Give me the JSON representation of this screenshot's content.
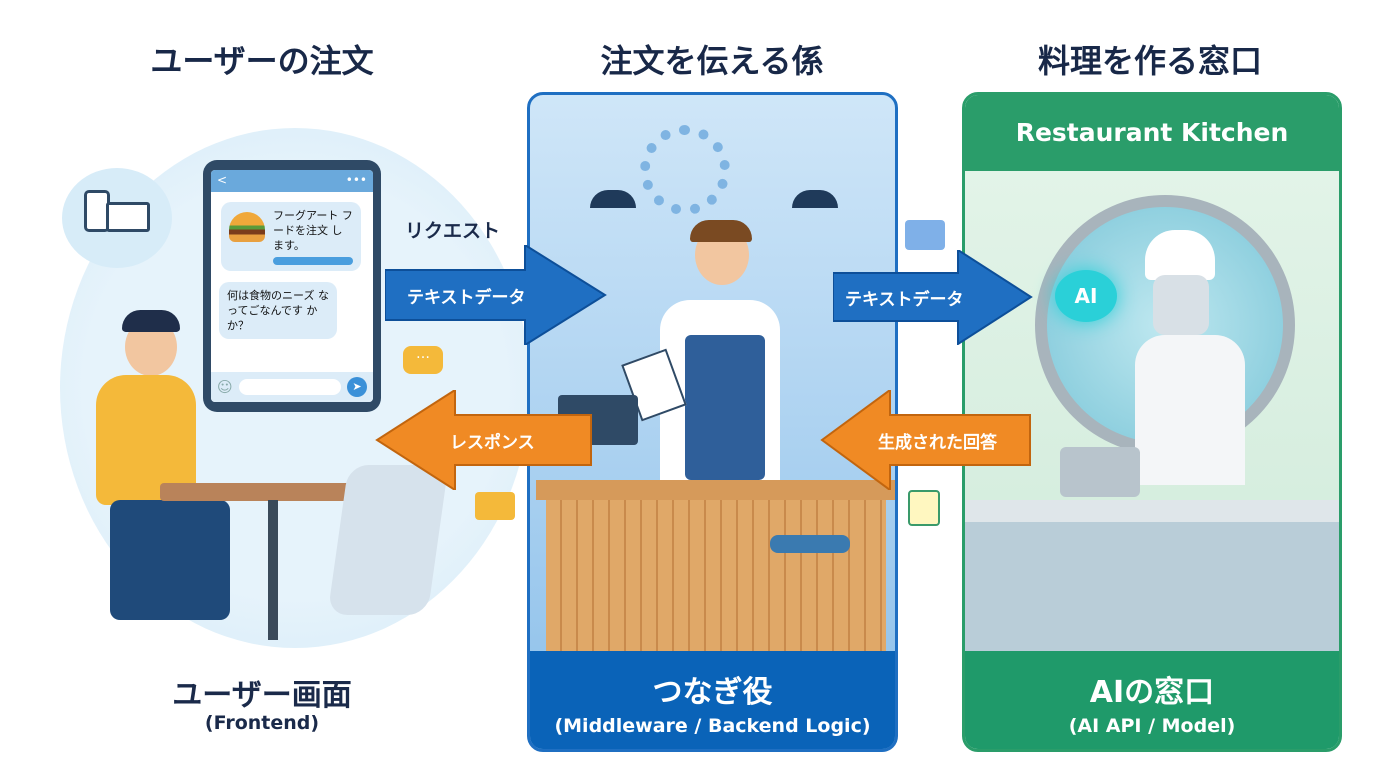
{
  "titles": {
    "left": "ユーザーの注文",
    "middle": "注文を伝える係",
    "right": "料理を作る窓口"
  },
  "tablet": {
    "back": "<",
    "menu": "•••",
    "msg1": "フーグアート フードを注文 します。",
    "msg2": "何は食物のニーズ なってごなんです かか？",
    "send": "➤",
    "emoji": "☺"
  },
  "arrows": {
    "request_label": "リクエスト",
    "request1": "テキストデータ",
    "request2": "テキストデータ",
    "response1": "レスポンス",
    "response2": "生成された回答"
  },
  "kitchen": {
    "header": "Restaurant Kitchen",
    "ai_badge": "AI"
  },
  "labels": {
    "left": {
      "main": "ユーザー画面",
      "sub": "(Frontend)"
    },
    "middle": {
      "main": "つなぎ役",
      "sub": "(Middleware / Backend Logic)"
    },
    "right": {
      "main": "AIの窓口",
      "sub": "(AI API / Model)"
    }
  },
  "colors": {
    "blue": "#1f6fc2",
    "orange": "#f08a24",
    "green": "#2a9d6a",
    "navy": "#182848"
  }
}
